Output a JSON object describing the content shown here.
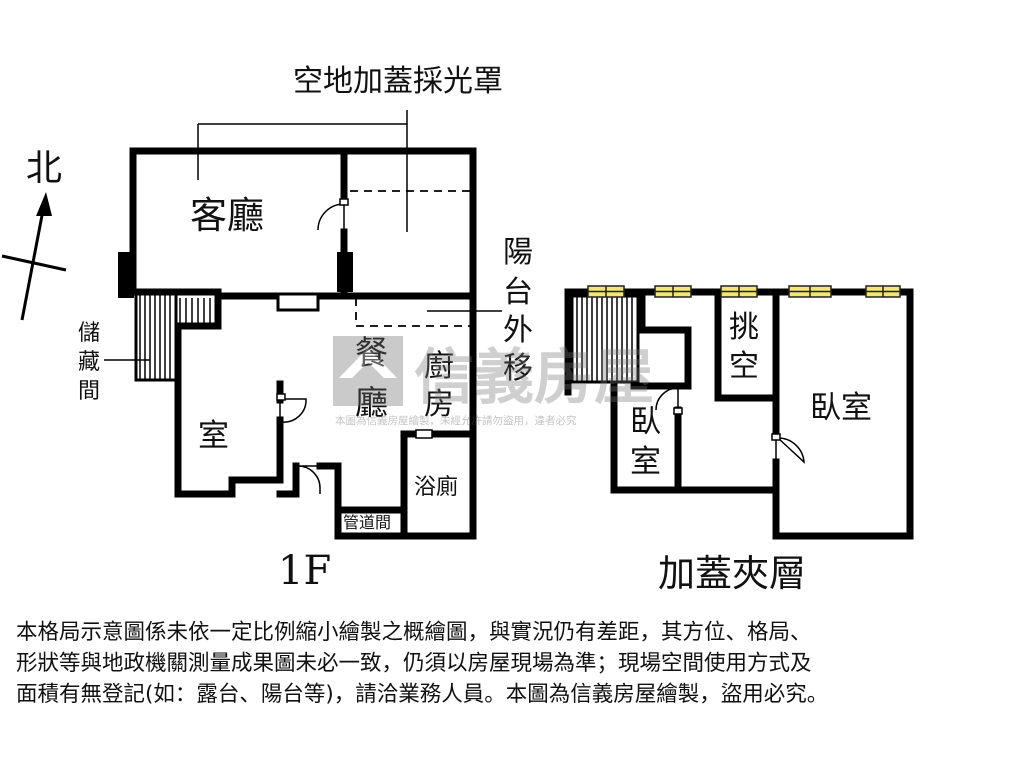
{
  "compass": {
    "label": "北"
  },
  "floor1": {
    "title": "1F",
    "rooms": {
      "living": "客廳",
      "dining_line1": "餐",
      "dining_line2": "廳",
      "kitchen_line1": "廚",
      "kitchen_line2": "房",
      "room": "室",
      "bath": "浴廁",
      "duct": "管道間"
    },
    "callouts": {
      "skylight": "空地加蓋採光罩",
      "balcony_line1": "陽",
      "balcony_line2": "台",
      "balcony_line3": "外",
      "balcony_line4": "移",
      "storage_line1": "儲",
      "storage_line2": "藏",
      "storage_line3": "間"
    }
  },
  "mezzanine": {
    "title": "加蓋夾層",
    "rooms": {
      "void_line1": "挑",
      "void_line2": "空",
      "bedroom_large": "臥室",
      "bedroom_small_line1": "臥",
      "bedroom_small_line2": "室"
    }
  },
  "watermark": {
    "brand": "信義房屋",
    "subtext": "本圖為信義房屋繪製，未經允許請勿盜用，違者必究"
  },
  "disclaimer": {
    "line1": "本格局示意圖係未依一定比例縮小繪製之概繪圖，與實況仍有差距，其方位、格局、",
    "line2": "形狀等與地政機關測量成果圖未必一致，仍須以房屋現場為準；現場空間使用方式及",
    "line3": "面積有無登記(如：露台、陽台等)，請洽業務人員。本圖為信義房屋繪製，盜用必究。"
  }
}
